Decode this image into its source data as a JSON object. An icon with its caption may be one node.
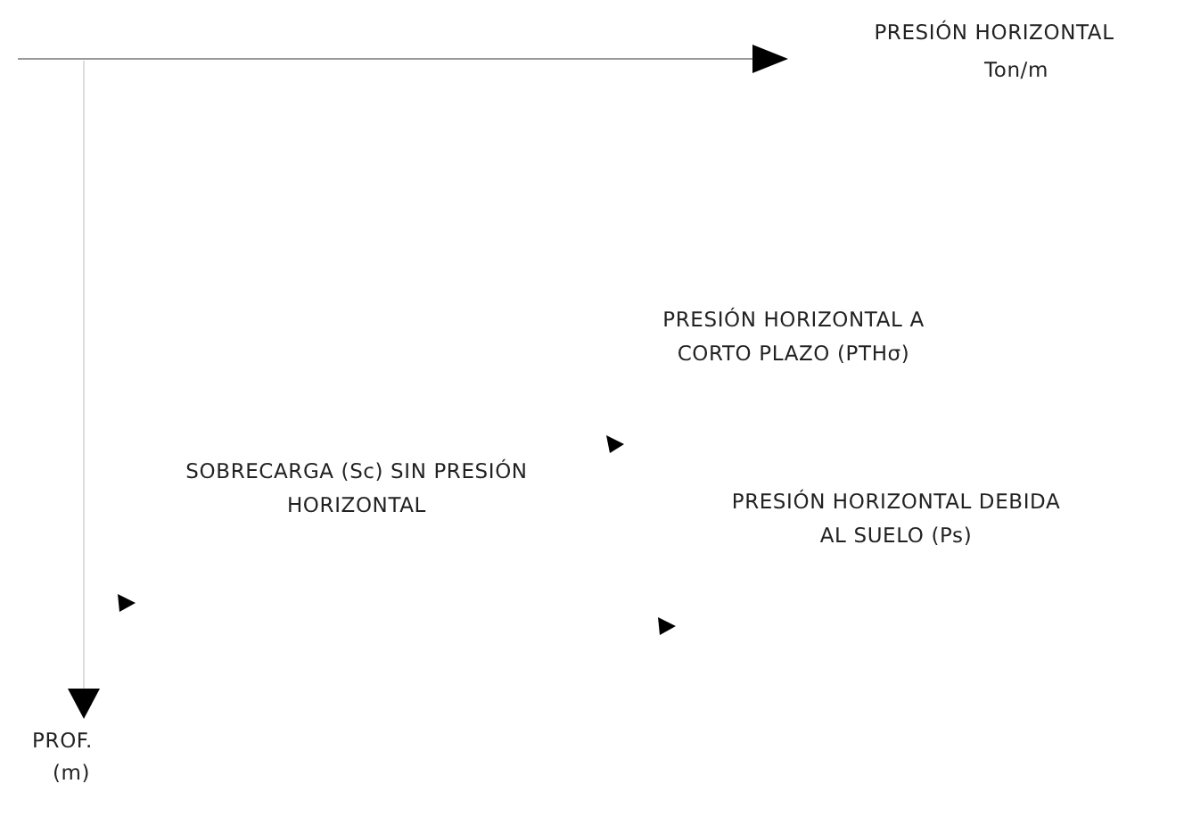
{
  "diagram": {
    "labels": [
      "PRESIÓN HORIZONTAL",
      "Ton/m",
      "PRESIÓN HORIZONTAL A CORTO PLAZO (PTHσ)",
      "SOBRECARGA (Sc) SIN PRESIÓN HORIZONTAL",
      "PRESIÓN HORIZONTAL DEBIDA AL SUELO (Ps)",
      "PROF.",
      "(m)"
    ]
  }
}
